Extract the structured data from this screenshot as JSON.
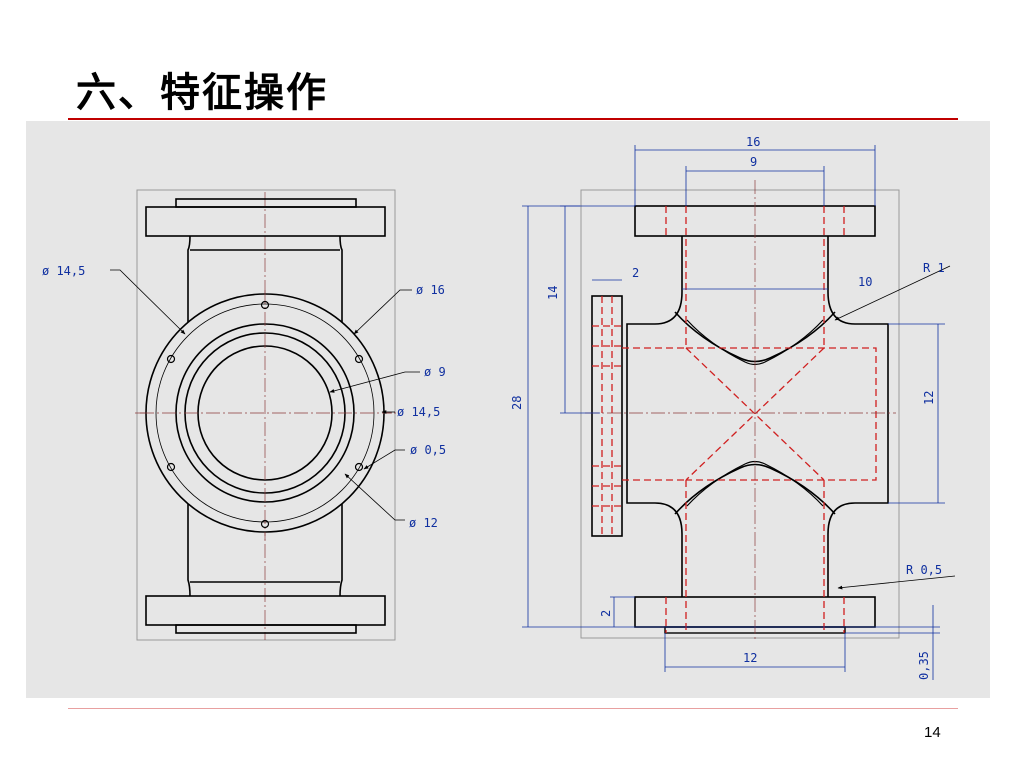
{
  "slide": {
    "title": "六、特征操作",
    "page_number": "14"
  },
  "front_view": {
    "labels": {
      "d14_5_left": "ø 14,5",
      "d16": "ø 16",
      "d9": "ø 9",
      "d14_5_right": "ø 14,5",
      "d0_5": "ø 0,5",
      "d12": "ø 12"
    }
  },
  "side_view": {
    "labels": {
      "top_16": "16",
      "top_9": "9",
      "flange_2": "2",
      "h_14": "14",
      "w_10": "10",
      "r1": "R 1",
      "h_28": "28",
      "h_12": "12",
      "r0_5": "R 0,5",
      "bottom_2": "2",
      "bottom_12": "12",
      "t_0_35": "0,35"
    }
  },
  "colors": {
    "outline": "#000000",
    "centerline": "#8b3a3a",
    "hidden": "#d02020",
    "dimension": "#1030a0",
    "border": "#999999"
  }
}
